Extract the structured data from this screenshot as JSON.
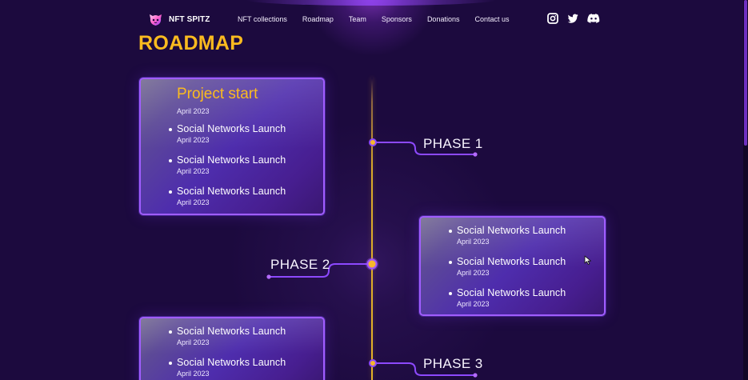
{
  "brand": {
    "name": "NFT SPITZ",
    "logo_icon": "cat-logo-icon"
  },
  "nav": {
    "items": [
      {
        "label": "NFT collections"
      },
      {
        "label": "Roadmap"
      },
      {
        "label": "Team"
      },
      {
        "label": "Sponsors"
      },
      {
        "label": "Donations"
      },
      {
        "label": "Contact us"
      }
    ],
    "social_icons": [
      "instagram-icon",
      "twitter-icon",
      "discord-icon"
    ]
  },
  "roadmap": {
    "heading": "ROADMAP",
    "phases": [
      {
        "label": "PHASE 1",
        "card": {
          "title": "Project start",
          "subtitle": "April 2023",
          "items": [
            {
              "title": "Social Networks Launch",
              "date": "April 2023"
            },
            {
              "title": "Social Networks Launch",
              "date": "April 2023"
            },
            {
              "title": "Social Networks Launch",
              "date": "April 2023"
            }
          ]
        }
      },
      {
        "label": "PHASE 2",
        "card": {
          "items": [
            {
              "title": "Social Networks Launch",
              "date": "April 2023"
            },
            {
              "title": "Social Networks Launch",
              "date": "April 2023"
            },
            {
              "title": "Social Networks Launch",
              "date": "April 2023"
            }
          ]
        }
      },
      {
        "label": "PHASE 3",
        "card": {
          "items": [
            {
              "title": "Social Networks Launch",
              "date": "April 2023"
            },
            {
              "title": "Social Networks Launch",
              "date": "April 2023"
            }
          ]
        }
      }
    ]
  },
  "colors": {
    "background": "#1c0a3e",
    "accent_yellow": "#fbbb1f",
    "card_border": "#a05dff",
    "purple_glow": "#7f4bff"
  },
  "cursor": {
    "icon": "mouse-pointer-icon"
  }
}
